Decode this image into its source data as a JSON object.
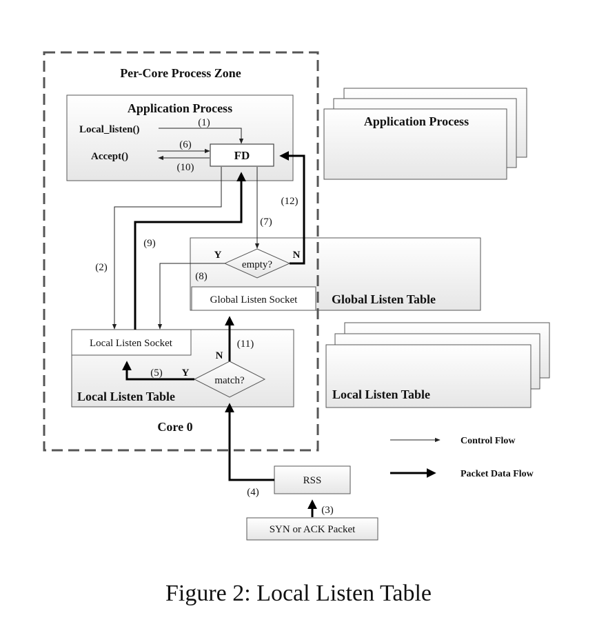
{
  "zone_title": "Per-Core  Process Zone",
  "core_label": "Core 0",
  "app_process": {
    "title": "Application Process",
    "local_listen": "Local_listen()",
    "accept": "Accept()",
    "fd": "FD"
  },
  "app_process_stack_title": "Application Process",
  "global_table": {
    "title": "Global Listen Table",
    "socket": "Global Listen Socket",
    "decision": "empty?",
    "yes": "Y",
    "no": "N"
  },
  "local_table": {
    "title": "Local Listen Table",
    "socket": "Local Listen Socket",
    "decision": "match?",
    "yes": "Y",
    "no": "N"
  },
  "local_table_stack_title": "Local Listen Table",
  "rss": "RSS",
  "packet": "SYN or ACK Packet",
  "steps": {
    "s1": "(1)",
    "s2": "(2)",
    "s3": "(3)",
    "s4": "(4)",
    "s5": "(5)",
    "s6": "(6)",
    "s7": "(7)",
    "s8": "(8)",
    "s9": "(9)",
    "s10": "(10)",
    "s11": "(11)",
    "s12": "(12)"
  },
  "legend": {
    "control": "Control Flow",
    "packet": "Packet Data Flow"
  },
  "caption": "Figure 2: Local Listen Table"
}
